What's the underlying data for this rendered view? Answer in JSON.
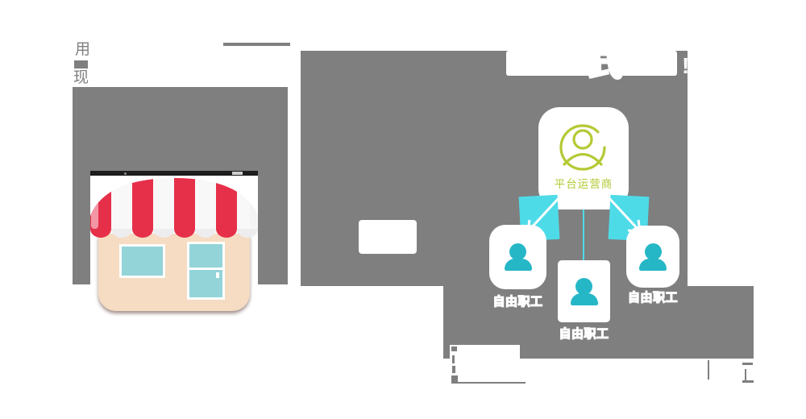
{
  "canvas": {
    "background": "#ffffff"
  },
  "palette": {
    "placeholder_gray": "#7f7f7f",
    "cyan": "#4edbe8",
    "teal_person": "#26b7c7",
    "green": "#b5c934",
    "awning_red": "#e6304a",
    "awning_pink": "#f3a8b5",
    "building_beige": "#f5dcc2",
    "window_cyan": "#93d4d8",
    "browser_bar_dark": "#1d1d1d",
    "white": "#ffffff"
  },
  "top_left_fragments": {
    "char1": "用",
    "char2": "现"
  },
  "headline": {
    "char_shi": "式",
    "char_bang": "!"
  },
  "diagram": {
    "platform": {
      "label": "平台运营商"
    },
    "workers": [
      {
        "label": "自由职工"
      },
      {
        "label": "自由职工"
      },
      {
        "label": "自由职工"
      }
    ]
  }
}
